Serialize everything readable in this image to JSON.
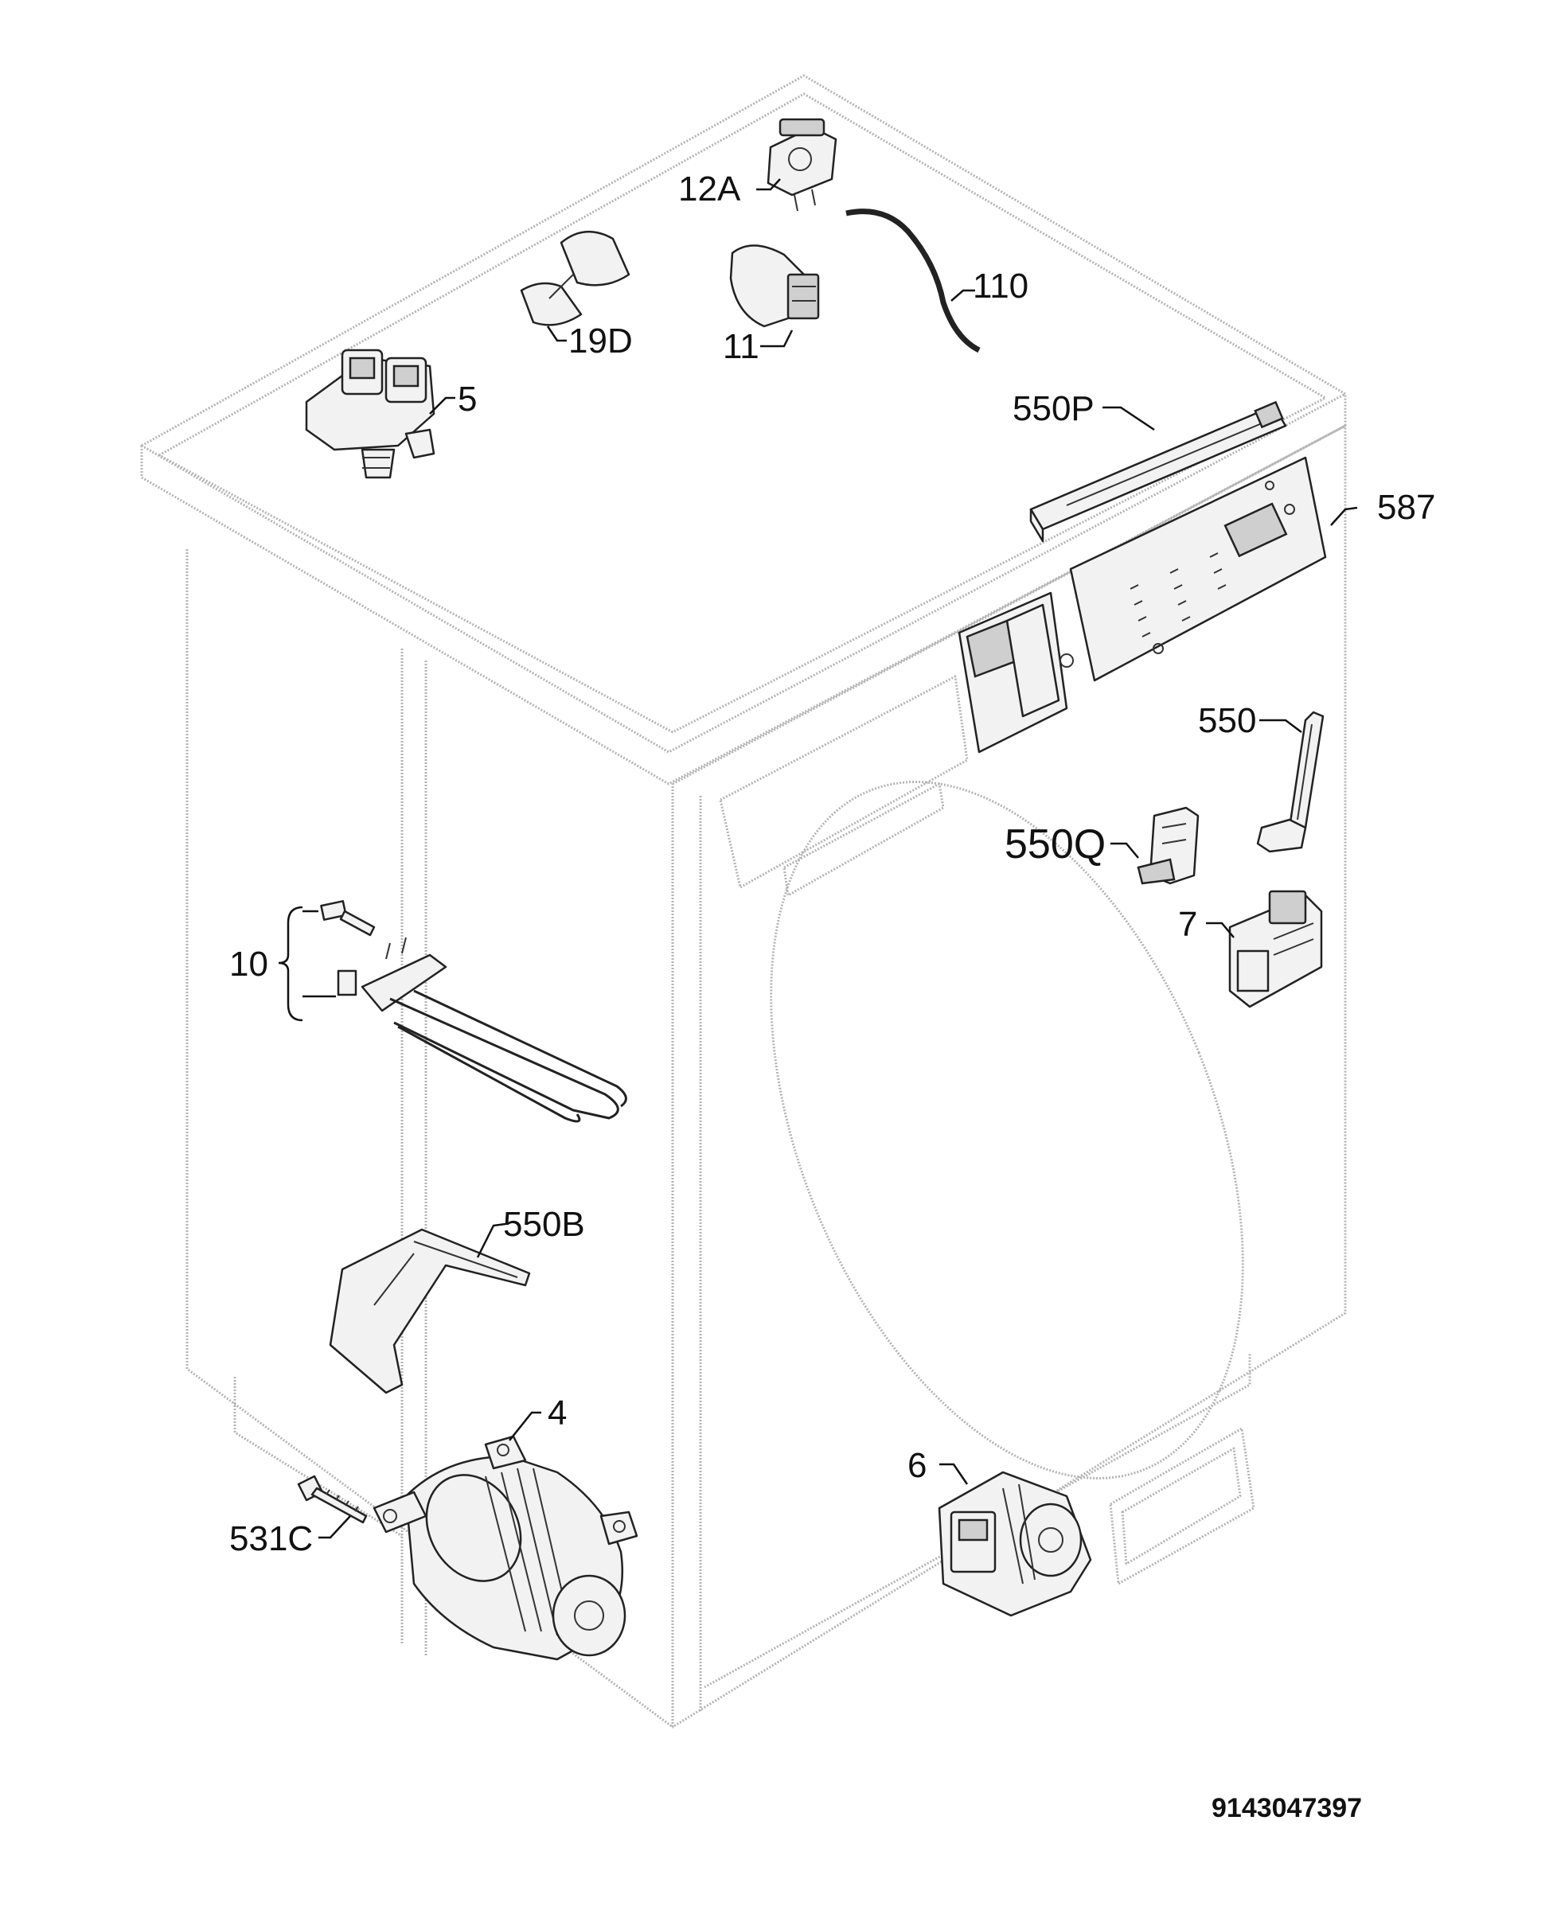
{
  "callouts": {
    "c12a": "12A",
    "c19d": "19D",
    "c11": "11",
    "c110": "110",
    "c5": "5",
    "c550p": "550P",
    "c587": "587",
    "c550": "550",
    "c550q": "550Q",
    "c7": "7",
    "c10": "10",
    "c550b": "550B",
    "c4": "4",
    "c531c": "531C",
    "c6": "6"
  },
  "document_number": "9143047397",
  "colors": {
    "outline": "#b4b4b4",
    "ink": "#111111",
    "part_fill": "#f2f2f2"
  }
}
